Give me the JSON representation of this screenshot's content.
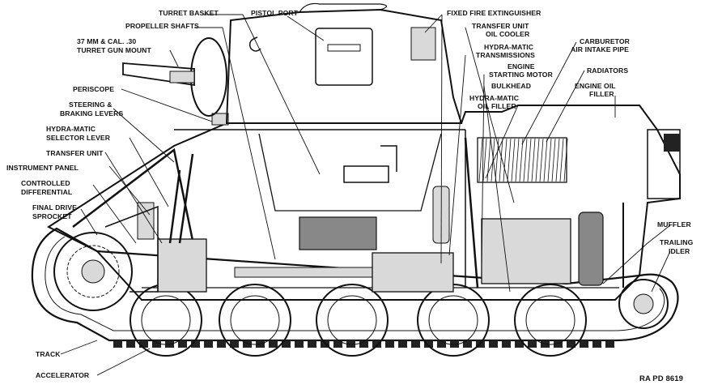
{
  "figure_code": "RA PD 8619",
  "labels": {
    "turret_basket": "TURRET BASKET",
    "pistol_port": "PISTOL PORT",
    "fixed_fire_extinguisher": "FIXED FIRE EXTINGUISHER",
    "propeller_shafts": "PROPELLER SHAFTS",
    "gun_mount_1": "37 MM & CAL. .30",
    "gun_mount_2": "TURRET GUN MOUNT",
    "transfer_unit_oil_cooler_1": "TRANSFER UNIT",
    "transfer_unit_oil_cooler_2": "OIL COOLER",
    "hydra_matic_transmissions_1": "HYDRA-MATIC",
    "hydra_matic_transmissions_2": "TRANSMISSIONS",
    "carburetor_1": "CARBURETOR",
    "carburetor_2": "AIR INTAKE PIPE",
    "engine_starting_motor_1": "ENGINE",
    "engine_starting_motor_2": "STARTING MOTOR",
    "radiators": "RADIATORS",
    "bulkhead": "BULKHEAD",
    "engine_oil_filler_1": "ENGINE OIL",
    "engine_oil_filler_2": "FILLER",
    "hydra_matic_oil_filler_1": "HYDRA-MATIC",
    "hydra_matic_oil_filler_2": "OIL FILLER",
    "periscope": "PERISCOPE",
    "steering_braking_1": "STEERING &",
    "steering_braking_2": "BRAKING LEVERS",
    "selector_lever_1": "HYDRA-MATIC",
    "selector_lever_2": "SELECTOR LEVER",
    "transfer_unit": "TRANSFER UNIT",
    "instrument_panel": "INSTRUMENT PANEL",
    "controlled_differential_1": "CONTROLLED",
    "controlled_differential_2": "DIFFERENTIAL",
    "final_drive_sprocket_1": "FINAL DRIVE",
    "final_drive_sprocket_2": "SPROCKET",
    "muffler": "MUFFLER",
    "trailing_idler_1": "TRAILING",
    "trailing_idler_2": "IDLER",
    "track": "TRACK",
    "accelerator": "ACCELERATOR"
  }
}
